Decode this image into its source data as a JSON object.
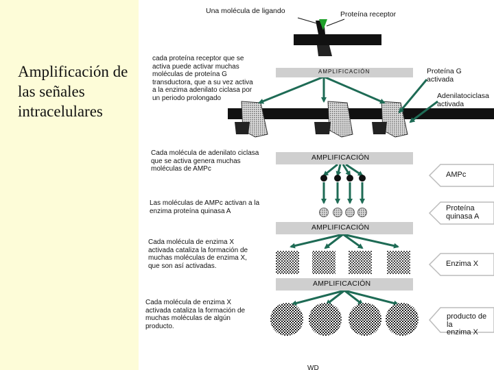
{
  "slide": {
    "title": "Amplificación de las señales intracelulares"
  },
  "figure": {
    "labels": {
      "ligand": "Una molécula de ligando",
      "receptor": "Proteína receptor",
      "g_protein": "Proteína G\nactivada",
      "adenylate_cyclase": "Adenilatociclasa\nactivada",
      "footer_fragment": "WD"
    },
    "steps": [
      "cada proteína receptor que se\nactiva puede activar muchas\nmoléculas de proteína G\ntransductora, que a su vez activa\na la enzima adenilato ciclasa por\nun periodo prolongado",
      "Cada molécula de adenilato ciclasa\nque se activa genera muchas\nmoléculas de AMPc",
      "Las moléculas de AMPc activan a la\nenzima proteína quinasa A",
      "Cada molécula de enzima X\nactivada cataliza la formación de\nmuchas moléculas de enzima X,\nque son así activadas.",
      "Cada molécula de enzima X\nactivada cataliza la formación de\nmuchas moléculas de algún\nproducto."
    ],
    "amplification_bands": [
      "AMPLIFICACIÓN",
      "AMPLIFICACIÓN",
      "AMPLIFICACIÓN",
      "AMPLIFICACIÓN"
    ],
    "callouts": [
      "AMPc",
      "Proteína\nquinasa A",
      "Enzima X",
      "producto de la\nenzima X"
    ]
  },
  "colors": {
    "background": "#fdfcd8",
    "figure_background": "#ffffff",
    "band": "#cfcfcf",
    "arrow": "#1e6b55",
    "ligand": "#1fa02a",
    "membrane": "#111111"
  }
}
